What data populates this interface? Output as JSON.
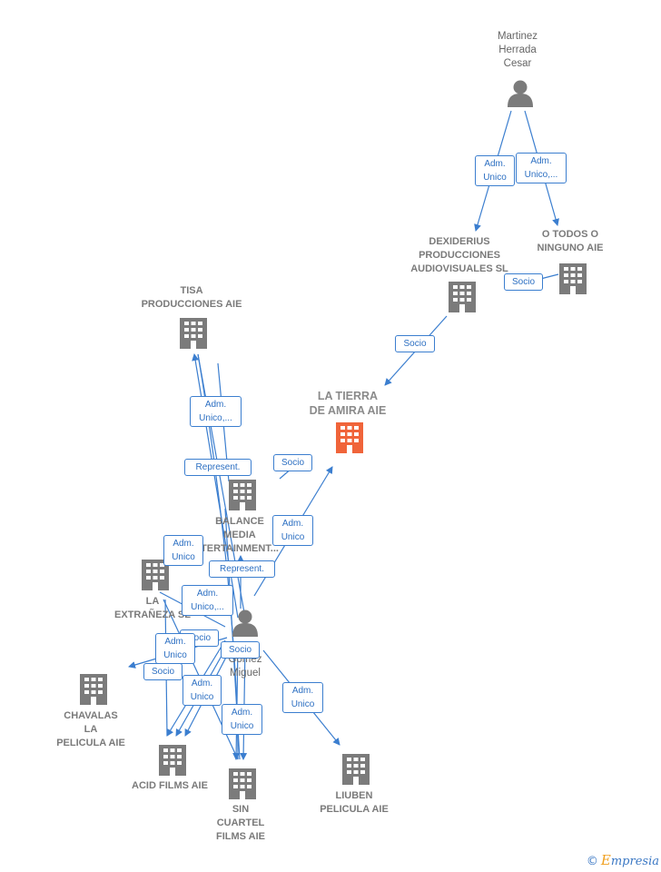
{
  "colors": {
    "edge": "#3b7ecf",
    "node_icon": "#7b7b7b",
    "focus_icon": "#f0643a",
    "label": "#7a7a7a"
  },
  "nodes": {
    "martinez": {
      "label": "Martinez\nHerrada\nCesar",
      "icon": "person-icon"
    },
    "dexiderius": {
      "label": "DEXIDERIUS\nPRODUCCIONES\nAUDIOVISUALES SL",
      "icon": "building-icon"
    },
    "otodos": {
      "label": "O TODOS O\nNINGUNO AIE",
      "icon": "building-icon"
    },
    "tisa": {
      "label": "TISA\nPRODUCCIONES AIE",
      "icon": "building-icon"
    },
    "tierra": {
      "label": "LA TIERRA\nDE AMIRA AIE",
      "icon": "building-icon"
    },
    "balance": {
      "label": "BALANCE\nMEDIA\nTERTAINMENT...",
      "icon": "building-icon"
    },
    "extraneza": {
      "label": "LA\nEXTRAÑEZA SL",
      "icon": "building-icon"
    },
    "person2": {
      "label": "e\nGomez\nMiguel",
      "icon": "person-icon"
    },
    "chavalas": {
      "label": "CHAVALAS\nLA\nPELICULA  AIE",
      "icon": "building-icon"
    },
    "acid": {
      "label": "ACID FILMS AIE",
      "icon": "building-icon"
    },
    "sincuartel": {
      "label": "SIN\nCUARTEL\nFILMS AIE",
      "icon": "building-icon"
    },
    "liuben": {
      "label": "LIUBEN\nPELICULA AIE",
      "icon": "building-icon"
    }
  },
  "edges": [
    {
      "label": "Adm.\nUnico"
    },
    {
      "label": "Adm.\nUnico,..."
    },
    {
      "label": "Socio"
    },
    {
      "label": "Socio"
    },
    {
      "label": "Adm.\nUnico,..."
    },
    {
      "label": "Represent."
    },
    {
      "label": "Socio"
    },
    {
      "label": "Adm.\nUnico"
    },
    {
      "label": "Adm.\nUnico"
    },
    {
      "label": "Represent."
    },
    {
      "label": "Adm.\nUnico,..."
    },
    {
      "label": "Socio"
    },
    {
      "label": "Adm.\nUnico"
    },
    {
      "label": "Socio"
    },
    {
      "label": "Socio"
    },
    {
      "label": "Adm.\nUnico"
    },
    {
      "label": "Adm.\nUnico"
    },
    {
      "label": "Adm.\nUnico"
    }
  ],
  "brand": {
    "copyright": "©",
    "name": "mpresia",
    "initial": "E"
  }
}
